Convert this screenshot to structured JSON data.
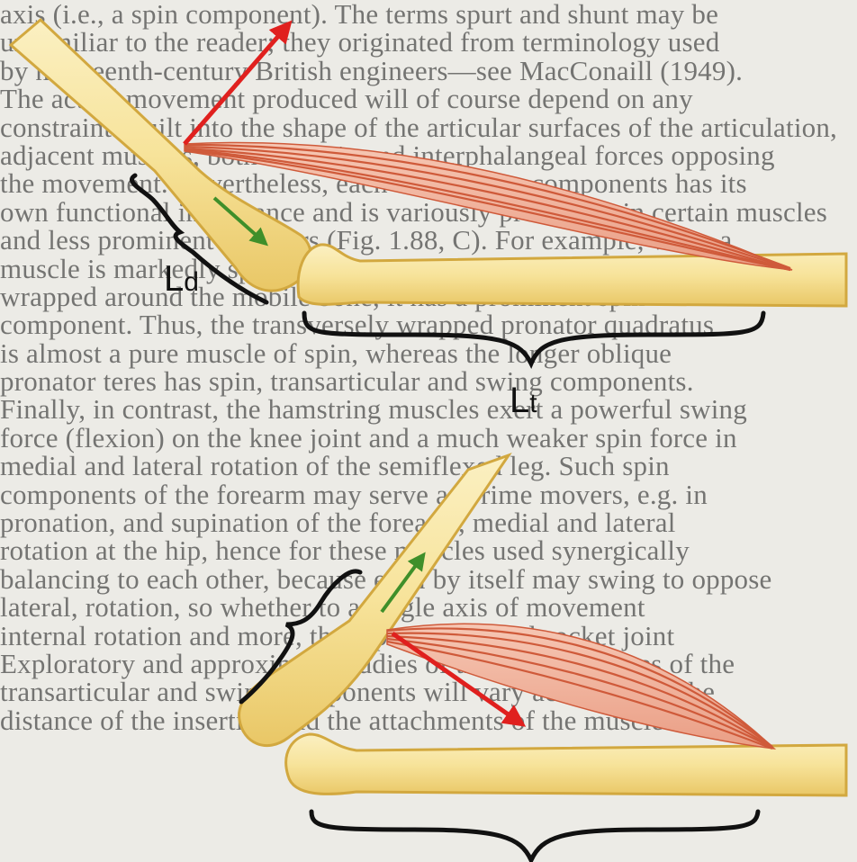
{
  "labels": {
    "ld_main": "L",
    "ld_sub": "d",
    "lt_main": "L",
    "lt_sub": "t"
  },
  "colors": {
    "bone_fill": "#f7e7a4",
    "bone_stroke": "#d9b24a",
    "muscle_fill": "#f2b9a4",
    "muscle_fiber": "#cf5a3a",
    "red_arrow": "#e0201e",
    "green_arrow": "#3f8f2a",
    "brace": "#111111",
    "page_bg": "#ecebe6"
  },
  "background_text": [
    "axis (i.e., a spin component). The terms spurt and shunt may be",
    "unfamiliar to the reader; they originated from terminology used",
    "by nineteenth-century British engineers—see MacConaill (1949).",
    "  The actual movement produced will of course depend on any",
    "constraints built into the shape of the articular surfaces of the articulation,",
    "adjacent muscles, both intrinsic and interphalangeal forces opposing",
    "the movement. Nevertheless, each of the three components has its",
    "own functional importance and is variously prominent in certain muscles",
    "and less prominent in others (Fig. 1.88, C). For example, when a",
    "muscle is markedly spiralling in its attachment to, or even",
    "wrapped around the mobile bone, it has a prominent spin",
    "component. Thus, the transversely wrapped pronator quadratus",
    "is almost a pure muscle of spin, whereas the longer oblique",
    "pronator teres has spin, transarticular and swing components.",
    "Finally, in contrast, the hamstring muscles exert a powerful swing",
    "force (flexion) on the knee joint and a much weaker spin force in",
    "medial and lateral rotation of the semiflexed leg. Such spin",
    "components of the forearm may serve as prime movers, e.g. in",
    "pronation, and supination of the forearm, medial and lateral",
    "rotation at the hip, hence for these muscles used synergically",
    "balancing to each other, because each by itself may swing to oppose",
    "lateral, rotation, so whether to a single axis of movement",
    "internal rotation and more, the hip as a ball and socket joint",
    "  Exploratory and approximate studies of the relative values of the",
    "transarticular and swing components will vary according to the",
    "distance of the insertion and the attachments of the muscle from"
  ]
}
